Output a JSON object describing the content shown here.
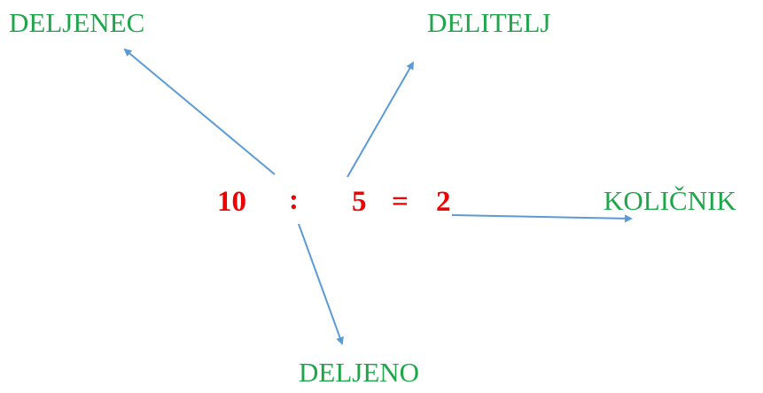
{
  "labels": {
    "dividend": "DELJENEC",
    "divisor": "DELITELJ",
    "quotient": "KOLIČNIK",
    "divided": "DELJENO"
  },
  "equation": {
    "dividend": "10",
    "operator": ":",
    "divisor": "5",
    "equals": "=",
    "result": "2"
  },
  "colors": {
    "label": "#1fa64a",
    "equation": "#ee0000",
    "arrow": "#5b9bd5"
  }
}
